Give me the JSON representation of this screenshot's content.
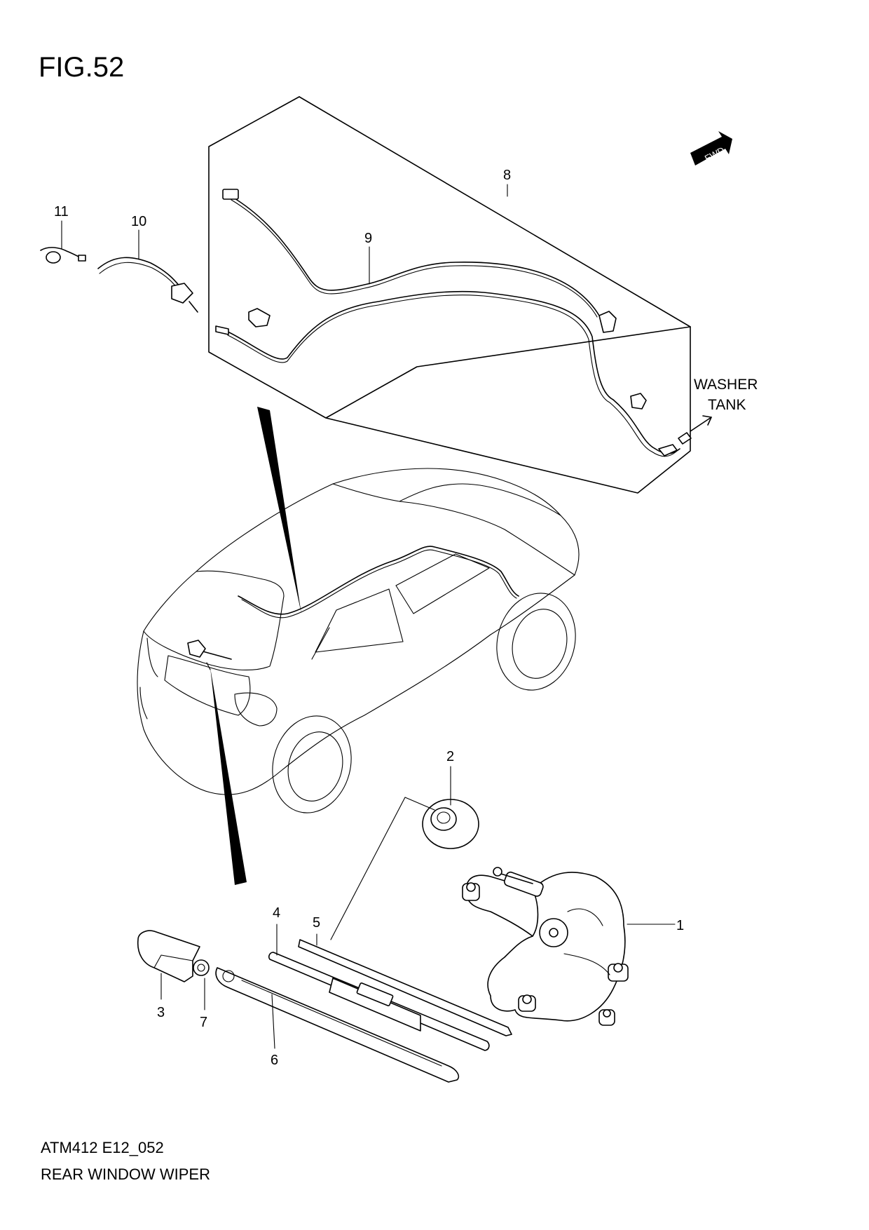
{
  "figure": {
    "title": "FIG.52",
    "code": "ATM412 E12_052",
    "name": "REAR WINDOW WIPER"
  },
  "annotations": {
    "washer_line1": "WASHER",
    "washer_line2": "TANK",
    "fwd": "FWD"
  },
  "callouts": [
    "1",
    "2",
    "3",
    "4",
    "5",
    "6",
    "7",
    "8",
    "9",
    "10",
    "11"
  ],
  "colors": {
    "line": "#000000",
    "background": "#ffffff"
  }
}
